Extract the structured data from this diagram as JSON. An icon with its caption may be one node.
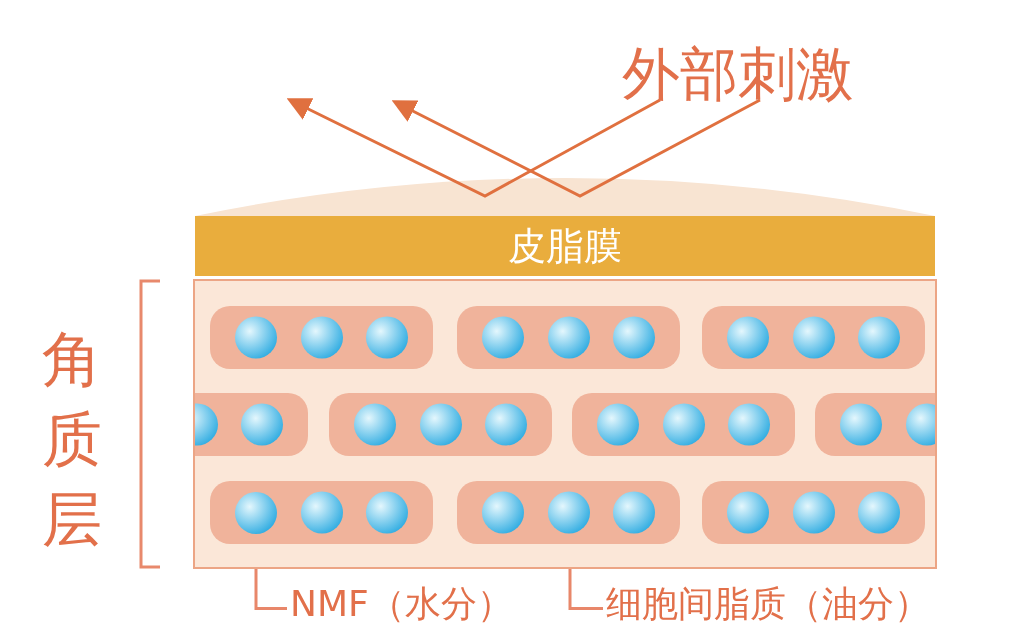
{
  "diagram": {
    "nodes": [
      {
        "text": [
          "外部刺激"
        ]
      },
      {
        "text": [
          "皮脂膜"
        ]
      },
      {
        "text": [
          "角质层"
        ]
      },
      {
        "text": [],
        "shape": "circle",
        "in": 2
      },
      {
        "text": [
          "NMF（水分）"
        ]
      },
      {
        "text": [
          "细胞间脂质（油分）"
        ]
      }
    ],
    "edges": [
      {
        "from": 0,
        "to": null,
        "arrow": "to"
      },
      {
        "from": 0,
        "to": null,
        "arrow": "to"
      },
      {
        "from": 4,
        "to": 3,
        "arrow": "none"
      },
      {
        "from": 5,
        "to": null,
        "arrow": "none"
      }
    ]
  }
}
